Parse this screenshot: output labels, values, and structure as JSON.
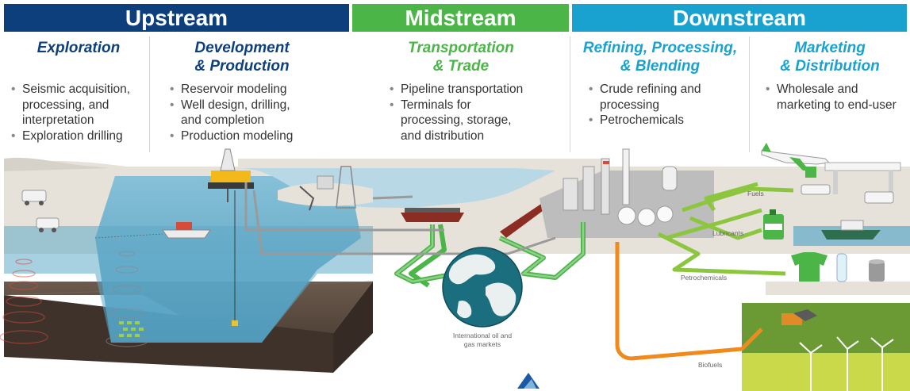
{
  "sections": {
    "upstream": "Upstream",
    "midstream": "Midstream",
    "downstream": "Downstream"
  },
  "columns": [
    {
      "title_line1": "Exploration",
      "title_line2": "",
      "bullets": [
        [
          "Seismic acquisition,",
          "processing, and",
          "interpretation"
        ],
        [
          "Exploration drilling"
        ]
      ]
    },
    {
      "title_line1": "Development",
      "title_line2": "& Production",
      "bullets": [
        [
          "Reservoir modeling"
        ],
        [
          "Well design, drilling,",
          "and completion"
        ],
        [
          "Production modeling"
        ]
      ]
    },
    {
      "title_line1": "Transportation",
      "title_line2": "& Trade",
      "bullets": [
        [
          "Pipeline transportation"
        ],
        [
          "Terminals for",
          "processing, storage,",
          "and distribution"
        ]
      ]
    },
    {
      "title_line1": "Refining, Processing,",
      "title_line2": "& Blending",
      "bullets": [
        [
          "Crude refining and",
          "processing"
        ],
        [
          "Petrochemicals"
        ]
      ]
    },
    {
      "title_line1": "Marketing",
      "title_line2": "& Distribution",
      "bullets": [
        [
          "Wholesale and",
          "marketing to end-user"
        ]
      ]
    }
  ],
  "scene_labels": {
    "markets_line1": "International oil and",
    "markets_line2": "gas markets",
    "fuels": "Fuels",
    "lubricants": "Lubricants",
    "petrochemicals": "Petrochemicals",
    "biofuels": "Biofuels"
  },
  "colors": {
    "upstream": "#0d3f7d",
    "midstream": "#4bb547",
    "downstream": "#19a2cf",
    "pipeline_green": "#4bb547",
    "pipeline_orange": "#f08a1c",
    "water": "#5fa9c9",
    "earth": "#5a4a3f"
  }
}
